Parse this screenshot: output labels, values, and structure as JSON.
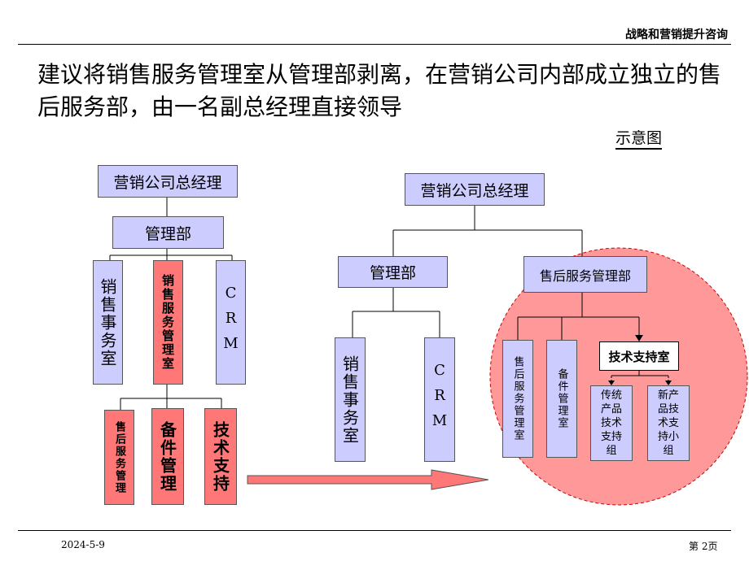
{
  "header": {
    "consulting_label": "战略和营销提升咨询"
  },
  "title": "建议将销售服务管理室从管理部剥离，在营销公司内部成立独立的售后服务部，由一名副总经理直接领导",
  "legend_label": "示意图",
  "left_chart": {
    "gm": "营销公司总经理",
    "mgmt": "管理部",
    "sales_office": "销售事务室",
    "service_mgmt": "销售服务管理室",
    "crm": "CRM",
    "after_sales": "售后服务管理",
    "parts": "备件管理",
    "tech": "技术支持"
  },
  "right_chart": {
    "gm": "营销公司总经理",
    "mgmt": "管理部",
    "after_sales_dept": "售后服务管理部",
    "sales_office": "销售事务室",
    "crm": "CRM",
    "after_sales_room": "售后服务管理室",
    "parts_room": "备件管理室",
    "tech_room": "技术支持室",
    "trad_support": "传统产品技术支持组",
    "new_support": "新产品技术支持小组"
  },
  "footer": {
    "date": "2024-5-9",
    "page": "第 2页"
  },
  "colors": {
    "lavender": "#ccccff",
    "red": "#ff7777",
    "ellipse": "#ff9999"
  }
}
